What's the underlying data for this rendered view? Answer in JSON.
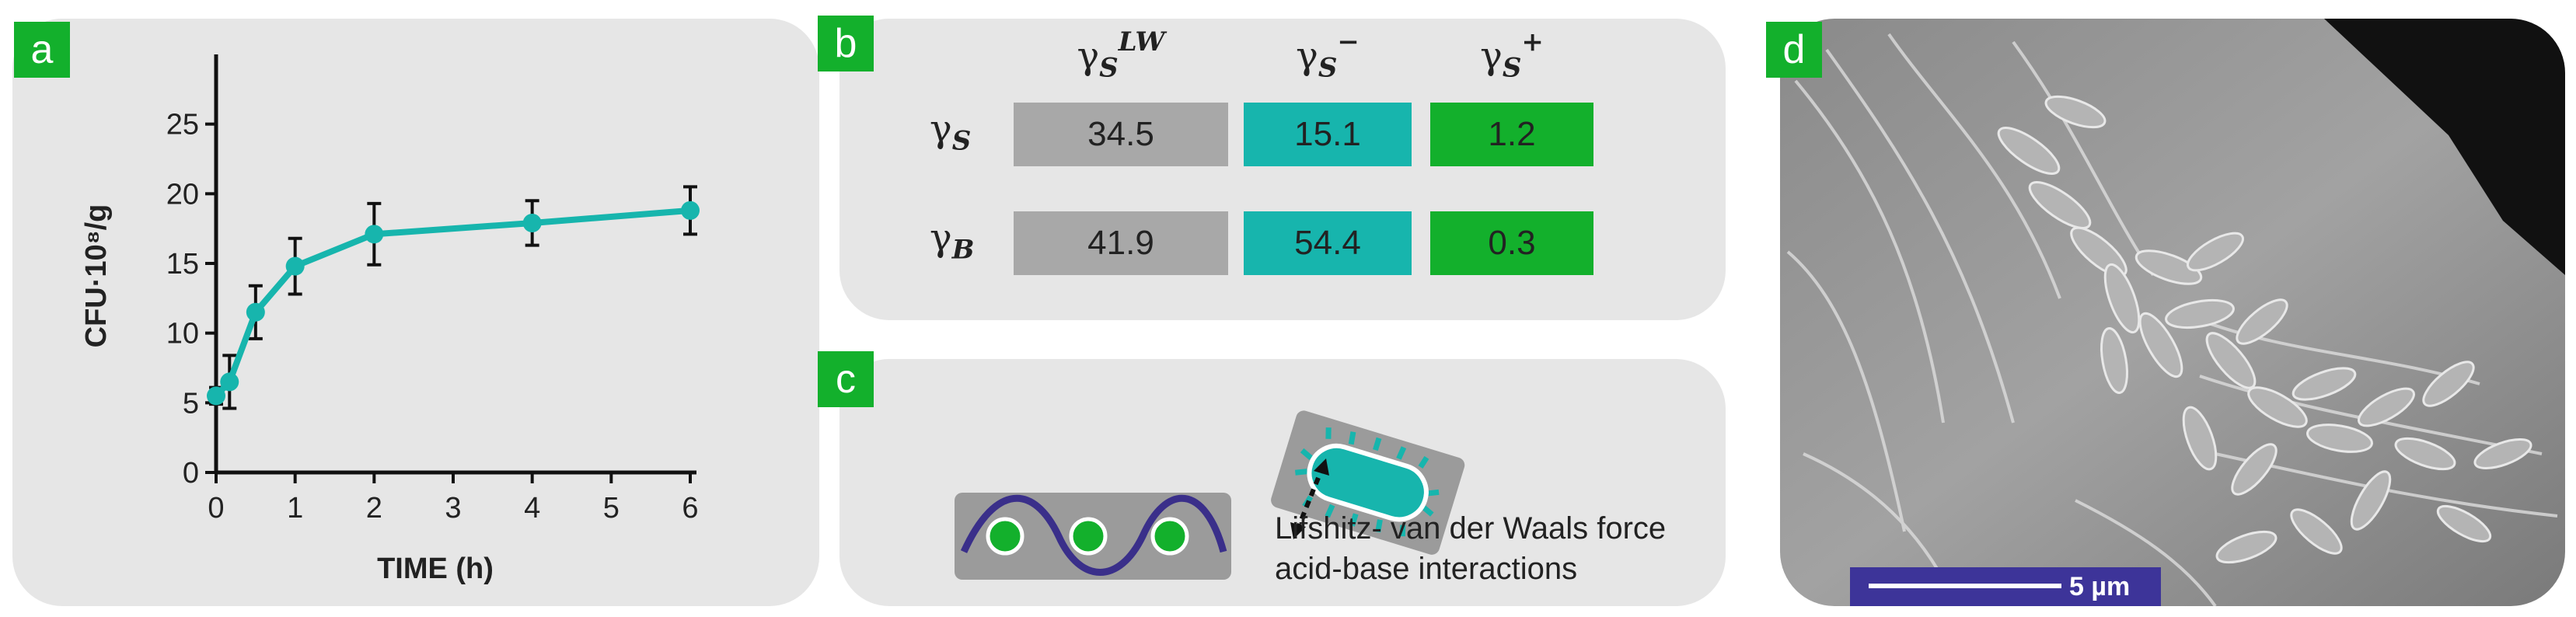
{
  "panels": {
    "a": "a",
    "b": "b",
    "c": "c",
    "d": "d"
  },
  "chart_data": {
    "type": "line",
    "xlabel": "TIME (h)",
    "ylabel": "CFU·10⁸/g",
    "x": [
      0,
      0.17,
      0.5,
      1,
      2,
      4,
      6
    ],
    "y": [
      5.5,
      6.5,
      11.5,
      14.8,
      17.1,
      17.9,
      18.8
    ],
    "yerr": [
      0.6,
      1.9,
      1.9,
      2.0,
      2.2,
      1.6,
      1.7
    ],
    "xticks": [
      "0",
      "1",
      "2",
      "3",
      "4",
      "5",
      "6"
    ],
    "xtick_values": [
      0,
      1,
      2,
      3,
      4,
      5,
      6
    ],
    "yticks": [
      "0",
      "5",
      "10",
      "15",
      "20",
      "25"
    ],
    "ytick_values": [
      0,
      5,
      10,
      15,
      20,
      25
    ],
    "xlim": [
      0,
      6
    ],
    "ylim": [
      0,
      30
    ],
    "color": "#17b5ad"
  },
  "table": {
    "columns": [
      {
        "base": "γ",
        "sub": "S",
        "sup": "LW"
      },
      {
        "base": "γ",
        "sub": "S",
        "sup": "−"
      },
      {
        "base": "γ",
        "sub": "S",
        "sup": "+"
      }
    ],
    "rows": [
      {
        "base": "γ",
        "sub": "S",
        "values": [
          "34.5",
          "15.1",
          "1.2"
        ]
      },
      {
        "base": "γ",
        "sub": "B",
        "values": [
          "41.9",
          "54.4",
          "0.3"
        ]
      }
    ],
    "colors": [
      "#a8a8a8",
      "#17b5ad",
      "#13b02c"
    ]
  },
  "interaction": {
    "line1": "Lifshitz- van der Waals force",
    "line2": "acid-base interactions"
  },
  "micrograph": {
    "scale_label": "5 µm"
  }
}
